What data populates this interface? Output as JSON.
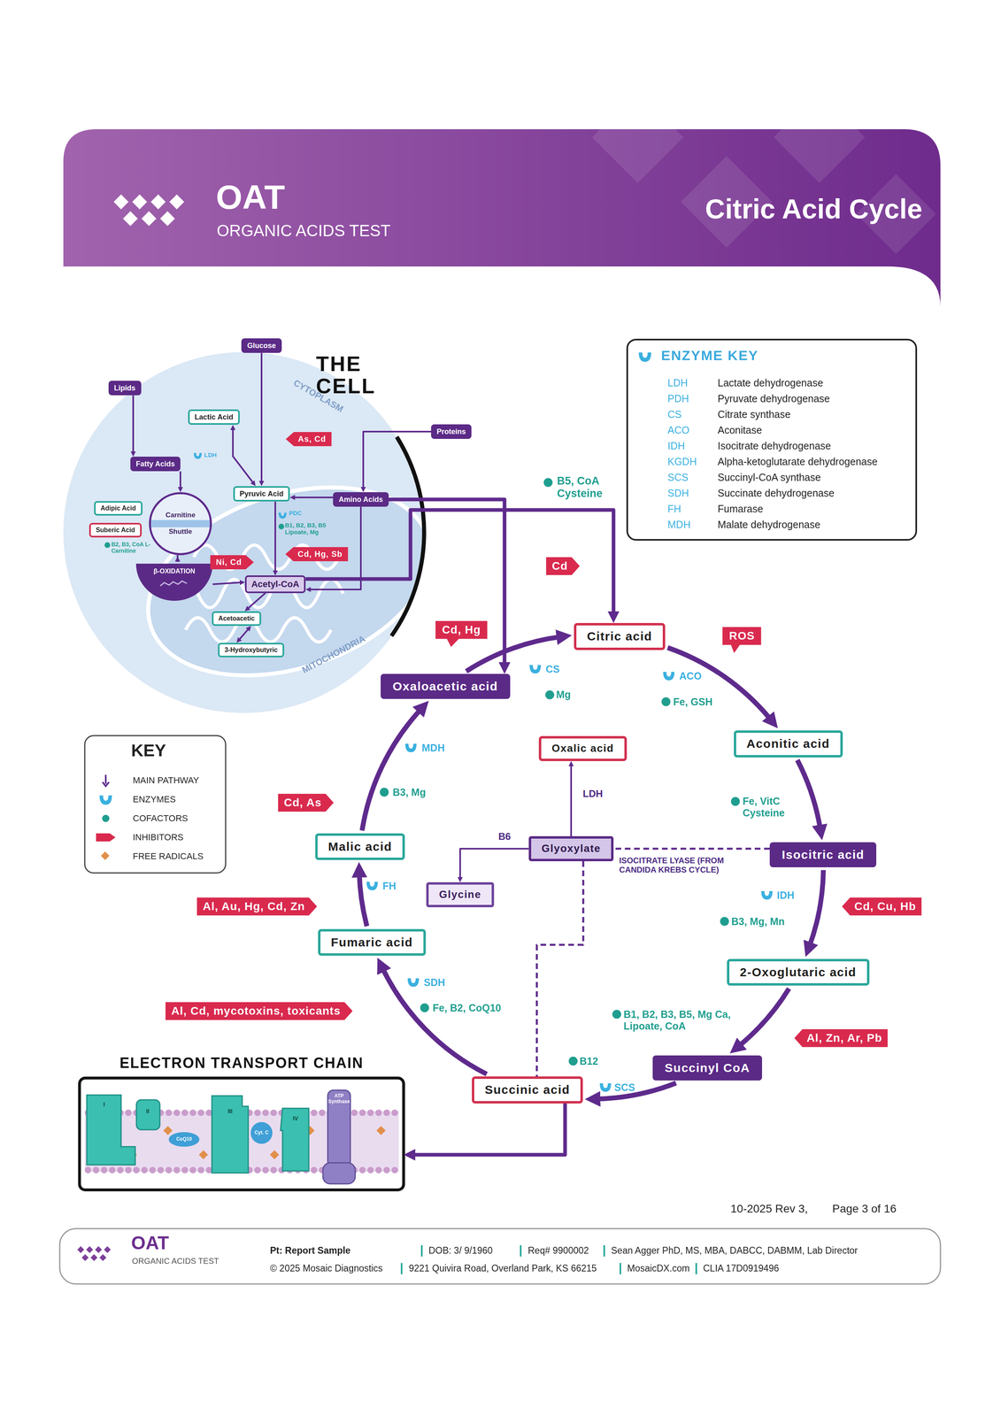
{
  "diagram": {
    "title": "Citric Acid Cycle",
    "nodes": [
      {
        "text": [
          "THE CELL"
        ]
      },
      {
        "text": [
          "Glucose"
        ]
      },
      {
        "text": [
          "Lipids"
        ]
      },
      {
        "text": [
          "Proteins"
        ]
      },
      {
        "text": [
          "Lactic Acid"
        ],
        "in": 0
      },
      {
        "text": [
          "Fatty Acids"
        ],
        "in": 0
      },
      {
        "text": [
          "Pyruvic Acid"
        ],
        "in": 0
      },
      {
        "text": [
          "Amino Acids"
        ],
        "in": 0
      },
      {
        "text": [
          "Adipic Acid"
        ],
        "in": 0
      },
      {
        "text": [
          "Suberic Acid"
        ],
        "in": 0
      },
      {
        "text": [
          "Carnitine Shuttle"
        ],
        "in": 0
      },
      {
        "text": [
          "β-OXIDATION"
        ],
        "in": 0
      },
      {
        "text": [
          "Acetyl-CoA"
        ],
        "in": 0
      },
      {
        "text": [
          "Acetoacetic"
        ],
        "in": 0
      },
      {
        "text": [
          "3-Hydroxybutyric"
        ],
        "in": 0
      },
      {
        "text": [
          "As, Cd"
        ],
        "in": 0
      },
      {
        "text": [
          "Cd, Hg, Sb"
        ],
        "in": 0
      },
      {
        "text": [
          "Ni, Cd"
        ],
        "in": 0
      },
      {
        "text": [
          "ENZYME KEY"
        ]
      },
      {
        "text": [
          "Cd"
        ]
      },
      {
        "text": [
          "Citric acid"
        ]
      },
      {
        "text": [
          "Cd, Hg"
        ]
      },
      {
        "text": [
          "ROS"
        ]
      },
      {
        "text": [
          "Oxaloacetic acid"
        ]
      },
      {
        "text": [
          "Aconitic acid"
        ]
      },
      {
        "text": [
          "Oxalic acid"
        ]
      },
      {
        "text": [
          "Cd, As"
        ]
      },
      {
        "text": [
          "Malic acid"
        ]
      },
      {
        "text": [
          "Glyoxylate"
        ]
      },
      {
        "text": [
          "Isocitric acid"
        ]
      },
      {
        "text": [
          "Glycine"
        ]
      },
      {
        "text": [
          "Al, Au, Hg, Cd, Zn"
        ]
      },
      {
        "text": [
          "Cd, Cu, Hb"
        ]
      },
      {
        "text": [
          "Fumaric acid"
        ]
      },
      {
        "text": [
          "2-Oxoglutaric acid"
        ]
      },
      {
        "text": [
          "Al, Cd, mycotoxins, toxicants"
        ]
      },
      {
        "text": [
          "Al, Zn, Ar, Pb"
        ]
      },
      {
        "text": [
          "Succinyl CoA"
        ]
      },
      {
        "text": [
          "ELECTRON TRANSPORT CHAIN"
        ]
      },
      {
        "text": [
          "Succinic acid"
        ]
      }
    ],
    "edges": [
      {
        "from": 1,
        "to": 6,
        "arrow": "to"
      },
      {
        "from": 2,
        "to": 5,
        "arrow": "to"
      },
      {
        "from": 3,
        "to": 7,
        "arrow": "to"
      },
      {
        "from": 4,
        "to": 6,
        "arrow": "both"
      },
      {
        "from": 5,
        "to": 10,
        "arrow": "to"
      },
      {
        "from": 10,
        "to": 11,
        "arrow": "to"
      },
      {
        "from": 11,
        "to": 12,
        "arrow": "to"
      },
      {
        "from": 7,
        "to": 6,
        "arrow": "to"
      },
      {
        "from": 6,
        "to": 12,
        "arrow": "to"
      },
      {
        "from": 7,
        "to": 12,
        "arrow": "to"
      },
      {
        "from": 12,
        "to": 13,
        "arrow": "to"
      },
      {
        "from": 13,
        "to": 14,
        "arrow": "both"
      },
      {
        "from": 12,
        "to": 20,
        "arrow": "to"
      },
      {
        "from": 7,
        "to": 23,
        "arrow": "to"
      },
      {
        "from": 23,
        "to": 20,
        "arrow": "to"
      },
      {
        "from": 20,
        "to": 24,
        "arrow": "to"
      },
      {
        "from": 24,
        "to": 29,
        "arrow": "to"
      },
      {
        "from": 29,
        "to": 34,
        "arrow": "to"
      },
      {
        "from": 34,
        "to": 37,
        "arrow": "to"
      },
      {
        "from": 37,
        "to": 39,
        "arrow": "to"
      },
      {
        "from": 39,
        "to": 33,
        "arrow": "to"
      },
      {
        "from": 33,
        "to": 27,
        "arrow": "to"
      },
      {
        "from": 27,
        "to": 23,
        "arrow": "to"
      },
      {
        "from": 29,
        "to": 28,
        "label": "ISOCITRATE LYASE (FROM CANDIDA KREBS CYCLE)",
        "arrow": "none"
      },
      {
        "from": 28,
        "to": 39,
        "arrow": "none"
      },
      {
        "from": 28,
        "to": 25,
        "label": "LDH",
        "arrow": "to"
      },
      {
        "from": 28,
        "to": 30,
        "label": "B6",
        "arrow": "to"
      },
      {
        "from": 39,
        "to": 38,
        "arrow": "to"
      }
    ],
    "labels": [
      "OAT",
      "ORGANIC ACIDS TEST",
      "CYTOPLASM",
      "MITOCHONDRIA",
      "LDH",
      "PDC",
      "B1, B2, B3, B5 Lipoate, Mg",
      "B2, B3, CoA L-Carnitine",
      "B5, CoA Cysteine",
      "CS",
      "Mg",
      "ACO",
      "Fe, GSH",
      "Fe, VitC Cysteine",
      "IDH",
      "B3, Mg, Mn",
      "B1, B2, B3, B5, Mg Ca, Lipoate, CoA",
      "B12",
      "SCS",
      "SDH",
      "Fe, B2, CoQ10",
      "FH",
      "B3, Mg",
      "MDH",
      "LDH",
      "Lactate dehydrogenase",
      "PDH",
      "Pyruvate dehydrogenase",
      "CS",
      "Citrate synthase",
      "ACO",
      "Aconitase",
      "IDH",
      "Isocitrate dehydrogenase",
      "KGDH",
      "Alpha-ketoglutarate dehydrogenase",
      "SCS",
      "Succinyl-CoA synthase",
      "SDH",
      "Succinate dehydrogenase",
      "FH",
      "Fumarase",
      "MDH",
      "Malate dehydrogenase",
      "KEY",
      "I",
      "II",
      "III",
      "IV",
      "ATP Synthase",
      "CoQ10",
      "Cyt. C",
      "10-2025 Rev 3,",
      "Page 3 of 16",
      "OAT",
      "ORGANIC ACIDS TEST",
      "Pt: Report Sample",
      "DOB: 3/ 9/1960",
      "Req# 9900002",
      "Sean Agger PhD, MS, MBA, DABCC, DABMM, Lab Director",
      "© 2025 Mosaic Diagnostics",
      "9221 Quivira Road, Overland Park, KS 66215",
      "MosaicDX.com",
      "CLIA 17D0919496"
    ],
    "legend": [
      {
        "text": "MAIN PATHWAY"
      },
      {
        "text": "ENZYMES"
      },
      {
        "text": "COFACTORS",
        "color": "#1f9e8f"
      },
      {
        "text": "INHIBITORS"
      },
      {
        "text": "FREE RADICALS",
        "color": "#e0904a"
      }
    ]
  }
}
